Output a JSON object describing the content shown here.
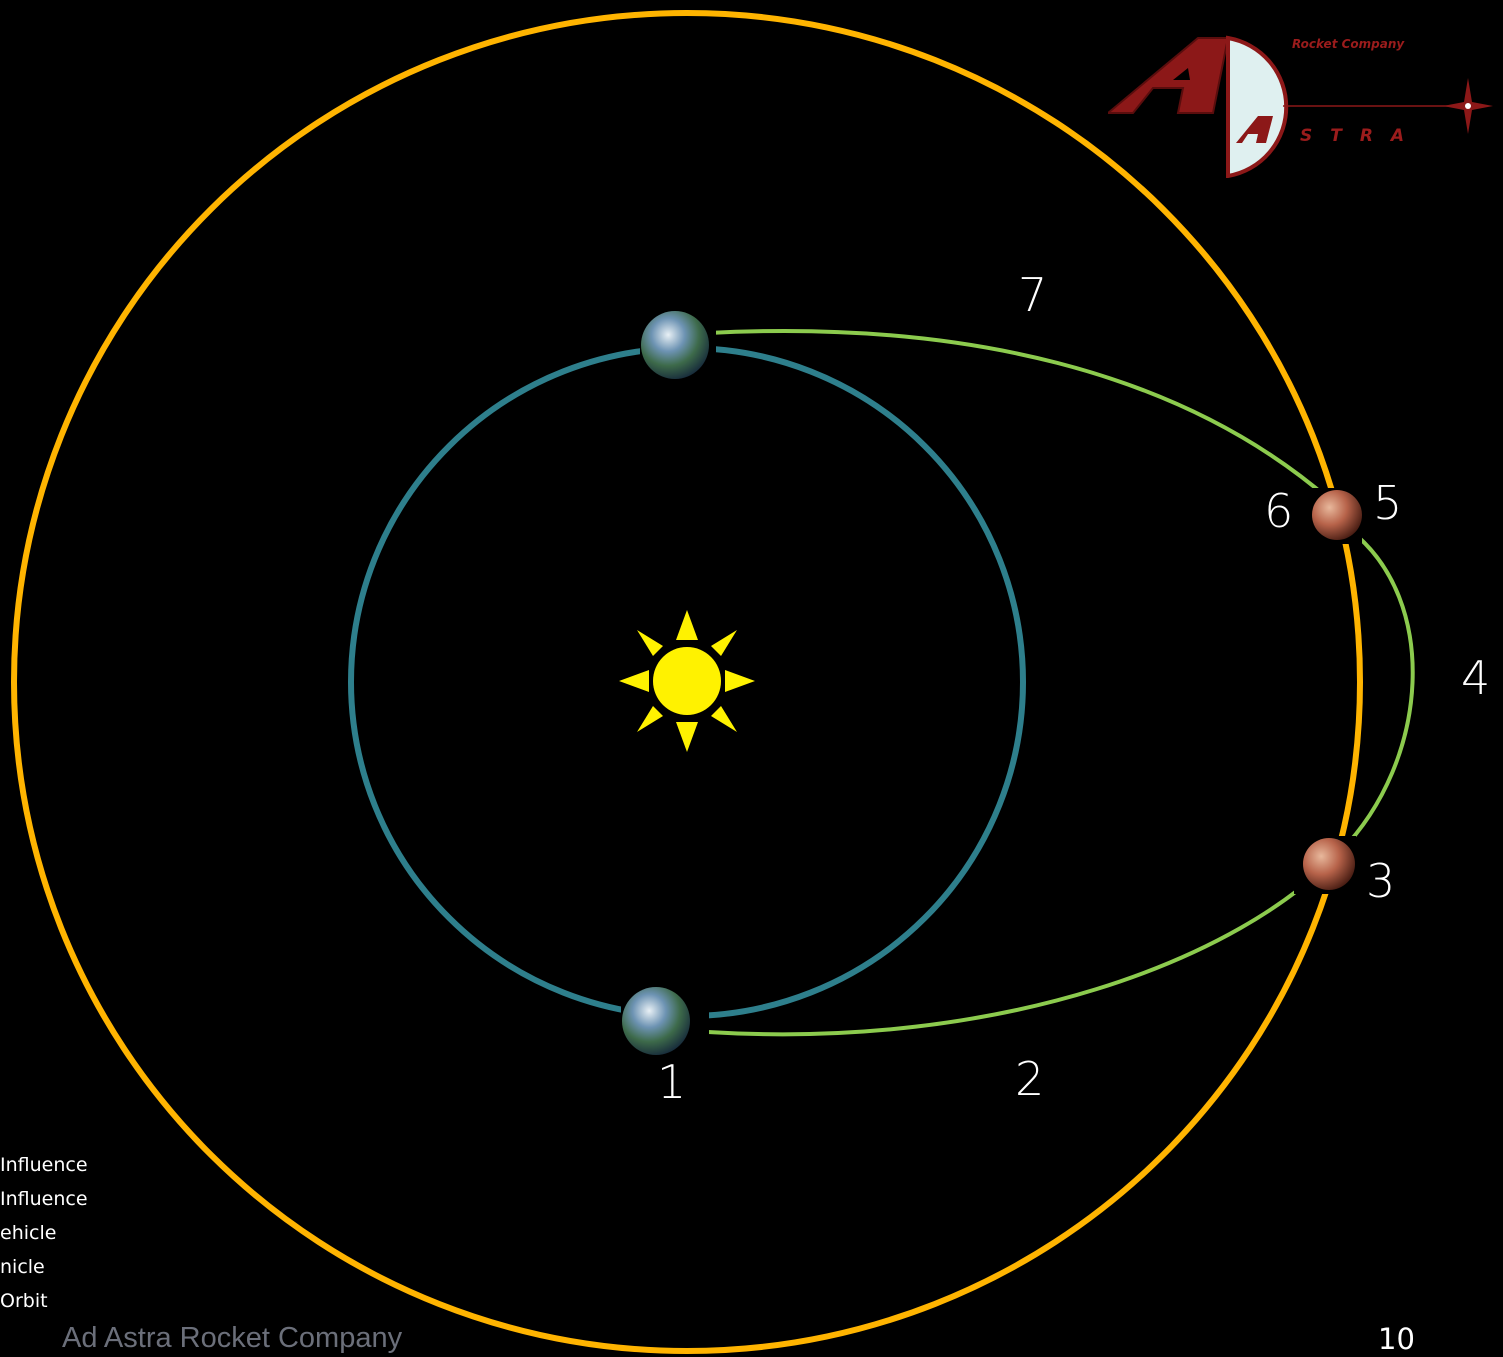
{
  "labels": {
    "step_1": "1",
    "step_2": "2",
    "step_3": "3",
    "step_4": "4",
    "step_5": "5",
    "step_6": "6",
    "step_7": "7"
  },
  "legend": {
    "items": [
      "Influence",
      "Influence",
      "ehicle",
      "nicle",
      "Orbit"
    ]
  },
  "footer": {
    "company": "Ad Astra Rocket Company",
    "page_number": "10"
  },
  "logo": {
    "tagline": "Rocket Company",
    "wordmark": "STRA",
    "letter_big": "A",
    "letter_small": "A"
  },
  "colors": {
    "background": "#000000",
    "mars_orbit": "#FFB400",
    "earth_orbit": "#2E7F8C",
    "transfer_path": "#8CCB4E",
    "sun": "#FFF200",
    "brand_red": "#9B1C1C"
  },
  "icons": [
    "sun-icon",
    "earth-icon",
    "mars-icon",
    "four-point-star-icon"
  ]
}
